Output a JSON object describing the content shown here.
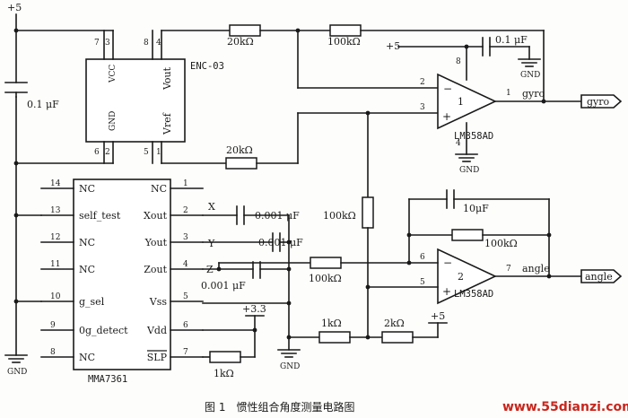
{
  "supply": {
    "top_label": "+5",
    "decouple_cap": "0.1 μF",
    "gnd_label": "GND"
  },
  "enc03": {
    "name": "ENC-03",
    "vcc": "VCC",
    "gnd": "GND",
    "vout": "Vout",
    "vref": "Vref",
    "pins": [
      "7",
      "3",
      "8",
      "4",
      "6",
      "2",
      "5",
      "1"
    ]
  },
  "resistors": {
    "r_enc_out": "20kΩ",
    "r_gyro_fb": "100kΩ",
    "r_vref": "20kΩ",
    "r_bias": "100kΩ",
    "r_angle_fb": "100kΩ",
    "r_zout": "100kΩ",
    "r_div1": "1kΩ",
    "r_div2": "2kΩ",
    "r_slp": "1kΩ"
  },
  "opamp1": {
    "number": "1",
    "model": "LM358AD",
    "pin_in_neg": "2",
    "pin_in_pos": "3",
    "pin_vcc": "8",
    "pin_gnd": "4",
    "pin_out": "1",
    "vcc_label": "+5",
    "cap": "0.1 μF",
    "gnd": "GND",
    "gnd4": "GND",
    "out_label": "gyro",
    "port": "gyro"
  },
  "opamp2": {
    "number": "2",
    "model": "LM358AD",
    "pin_in_neg": "6",
    "pin_in_pos": "5",
    "pin_out": "7",
    "fb_cap": "10μF",
    "out_label": "angle",
    "port": "angle"
  },
  "mma7361": {
    "name": "MMA7361",
    "left_pins": [
      "14",
      "13",
      "12",
      "11",
      "10",
      "9",
      "8"
    ],
    "left_labels": [
      "NC",
      "self_test",
      "NC",
      "NC",
      "g_sel",
      "0g_detect",
      "NC"
    ],
    "right_pins": [
      "1",
      "2",
      "3",
      "4",
      "5",
      "6",
      "7"
    ],
    "right_labels": [
      "NC",
      "Xout",
      "Yout",
      "Zout",
      "Vss",
      "Vdd",
      "SLP"
    ],
    "axis_labels": [
      "X",
      "Y",
      "Z"
    ],
    "caps": [
      "0.001 μF",
      "0.001 μF",
      "0.001 μF"
    ],
    "vdd_label": "+3.3",
    "gnd": "GND"
  },
  "divider": {
    "vcc_label": "+5"
  },
  "caption": "图 1　惯性组合角度测量电路图",
  "watermark": "www.55dianzi.com"
}
